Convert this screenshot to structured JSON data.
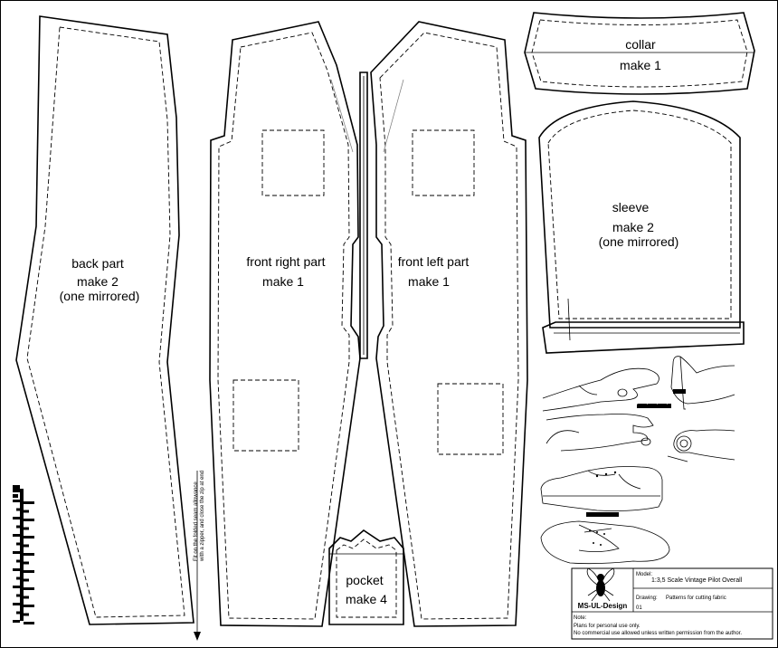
{
  "pieces": {
    "back": {
      "name": "back part",
      "qty": "make 2",
      "note": "(one mirrored)"
    },
    "front_right": {
      "name": "front right part",
      "qty": "make 1"
    },
    "front_left": {
      "name": "front left part",
      "qty": "make 1"
    },
    "collar": {
      "name": "collar",
      "qty": "make 1"
    },
    "sleeve": {
      "name": "sleeve",
      "qty": "make 2",
      "note": "(one mirrored)"
    },
    "pocket": {
      "name": "pocket",
      "qty": "make 4"
    }
  },
  "fold_note": {
    "line1": "Fit on the folded seam allowance",
    "line2": "with a zipper, and close the zip at end"
  },
  "title_block": {
    "brand": "MS-UL-Design",
    "model_label": "Model:",
    "model_value": "1:3,5 Scale Vintage Pilot Overall",
    "drawing_label": "Drawing:",
    "drawing_value": "Patterns for cutting fabric",
    "drawing_no": "01",
    "note_label": "Note:",
    "note_line1": "Plans for personal use only.",
    "note_line2": "No commercial use allowed unless written permission from the author."
  },
  "icons": {
    "logo": "fly-icon",
    "ruler": "scale-ruler-icon",
    "hands_pinch": "hand-pinch-icon",
    "hands_flat": "hand-flat-icon",
    "hands_grip": "hand-grip-icon",
    "shoe_side": "shoe-side-icon",
    "shoe_top": "shoe-top-icon"
  }
}
